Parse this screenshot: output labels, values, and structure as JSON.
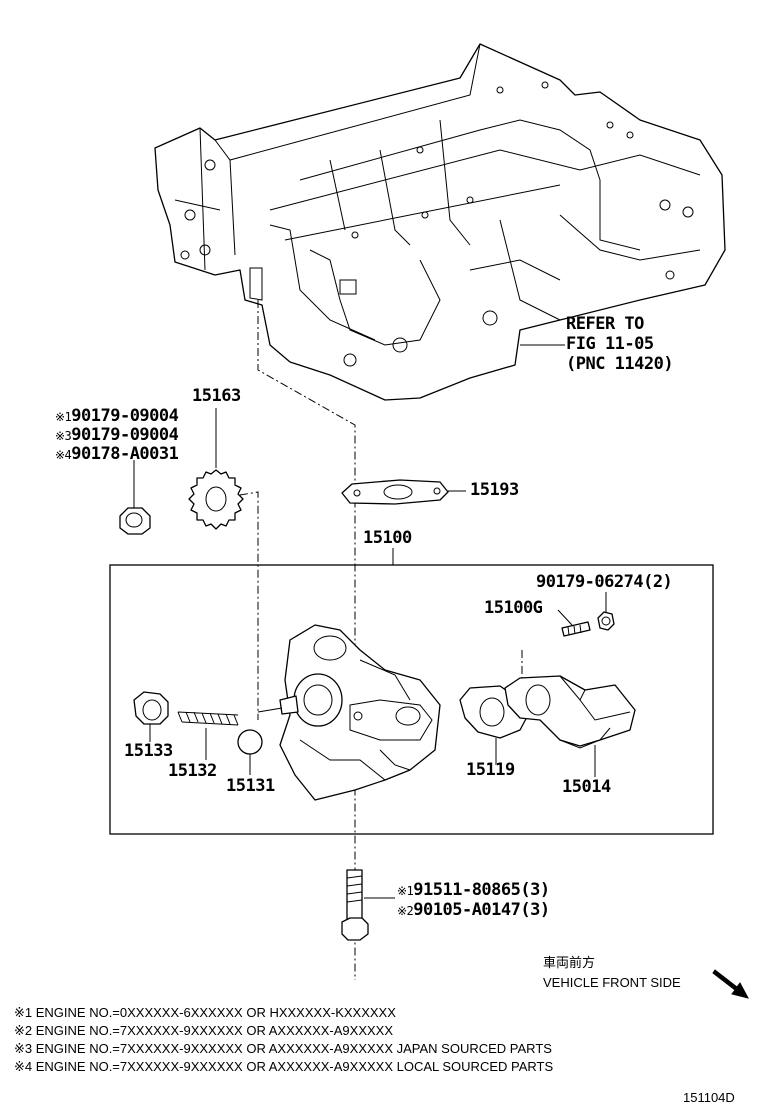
{
  "callouts": {
    "refer": [
      "REFER TO",
      "FIG 11-05",
      "(PNC 11420)"
    ],
    "p15163": "15163",
    "nut_variants": [
      {
        "mark": "※1",
        "part": "90179-09004"
      },
      {
        "mark": "※3",
        "part": "90179-09004"
      },
      {
        "mark": "※4",
        "part": "90178-A0031"
      }
    ],
    "p15193": "15193",
    "p15100": "15100",
    "p90179_06274": "90179-06274(2)",
    "p15100G": "15100G",
    "p15133": "15133",
    "p15132": "15132",
    "p15131": "15131",
    "p15119": "15119",
    "p15014": "15014",
    "bolt_variants": [
      {
        "mark": "※1",
        "part": "91511-80865(3)"
      },
      {
        "mark": "※2",
        "part": "90105-A0147(3)"
      }
    ]
  },
  "direction": {
    "jp": "車両前方",
    "en": "VEHICLE FRONT SIDE"
  },
  "notes": [
    "※1 ENGINE NO.=0XXXXXX-6XXXXXX OR HXXXXXX-KXXXXXX",
    "※2 ENGINE NO.=7XXXXXX-9XXXXXX OR AXXXXXX-A9XXXXX",
    "※3 ENGINE NO.=7XXXXXX-9XXXXXX OR AXXXXXX-A9XXXXX JAPAN SOURCED PARTS",
    "※4 ENGINE NO.=7XXXXXX-9XXXXXX OR AXXXXXX-A9XXXXX LOCAL SOURCED PARTS"
  ],
  "figure_id": "151104D",
  "icons": {
    "direction": "diagonal-arrow-icon"
  }
}
